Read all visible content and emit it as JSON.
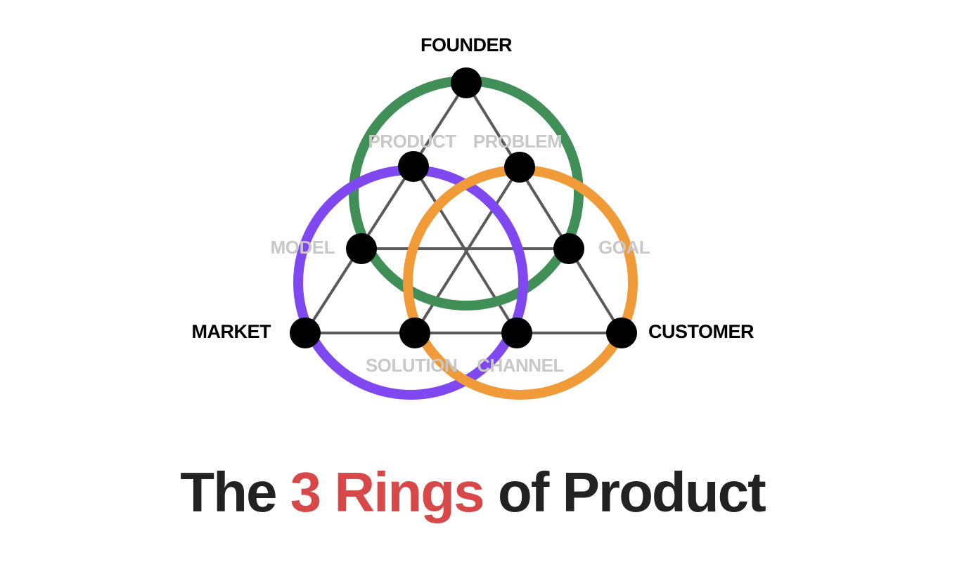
{
  "headline": {
    "part1": "The ",
    "highlight": "3 Rings",
    "part2": " of Product",
    "highlight_color": "#d94848",
    "text_color": "#222222"
  },
  "vertices": {
    "founder": "FOUNDER",
    "market": "MARKET",
    "customer": "CUSTOMER"
  },
  "midpoints": {
    "product": "PRODUCT",
    "problem": "PROBLEM",
    "model": "MODEL",
    "goal": "GOAL",
    "solution": "SOLUTION",
    "channel": "CHANNEL"
  },
  "rings": {
    "founder_ring_color": "#3f8f57",
    "market_ring_color": "#8048f0",
    "customer_ring_color": "#f09a38"
  }
}
